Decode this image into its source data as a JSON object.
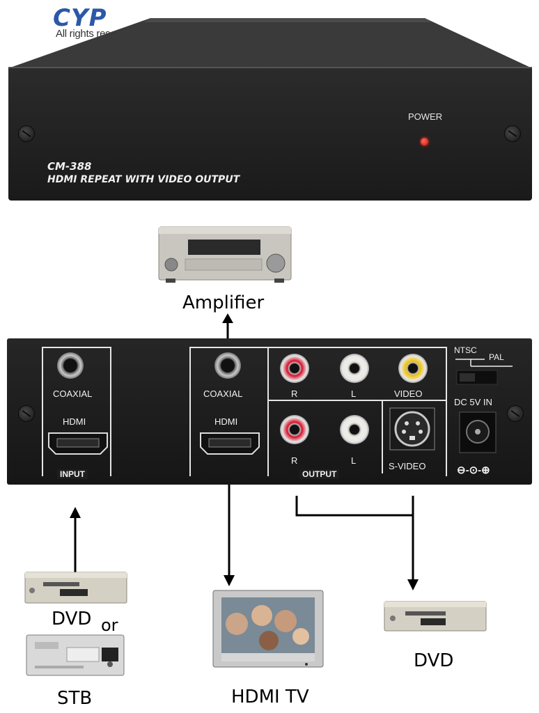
{
  "logo": {
    "brand": "CYP",
    "rights": "All rights reserved."
  },
  "front_panel": {
    "power_label": "POWER",
    "model": "CM-388",
    "description": "HDMI REPEAT WITH VIDEO OUTPUT"
  },
  "devices": {
    "amplifier": "Amplifier",
    "source_dvd": "DVD",
    "source_or": "or",
    "source_stb": "STB",
    "hdmi_tv": "HDMI TV",
    "dvd_out": "DVD"
  },
  "rear_panel": {
    "input": {
      "coaxial": "COAXIAL",
      "hdmi": "HDMI",
      "section": "INPUT"
    },
    "output": {
      "coaxial": "COAXIAL",
      "hdmi": "HDMI",
      "r_top": "R",
      "l_top": "L",
      "video": "VIDEO",
      "r_bottom": "R",
      "l_bottom": "L",
      "svideo": "S-VIDEO",
      "section": "OUTPUT"
    },
    "switch": {
      "ntsc": "NTSC",
      "pal": "PAL"
    },
    "power_in": "DC 5V IN",
    "polarity": "⊖-⊙-⊕"
  },
  "colors": {
    "panel": "#1e1e1e",
    "brand": "#2b59a8",
    "led": "#e0140c",
    "rca_red": "#d8102a",
    "rca_white": "#f0eee6",
    "rca_yellow": "#f2c200"
  }
}
